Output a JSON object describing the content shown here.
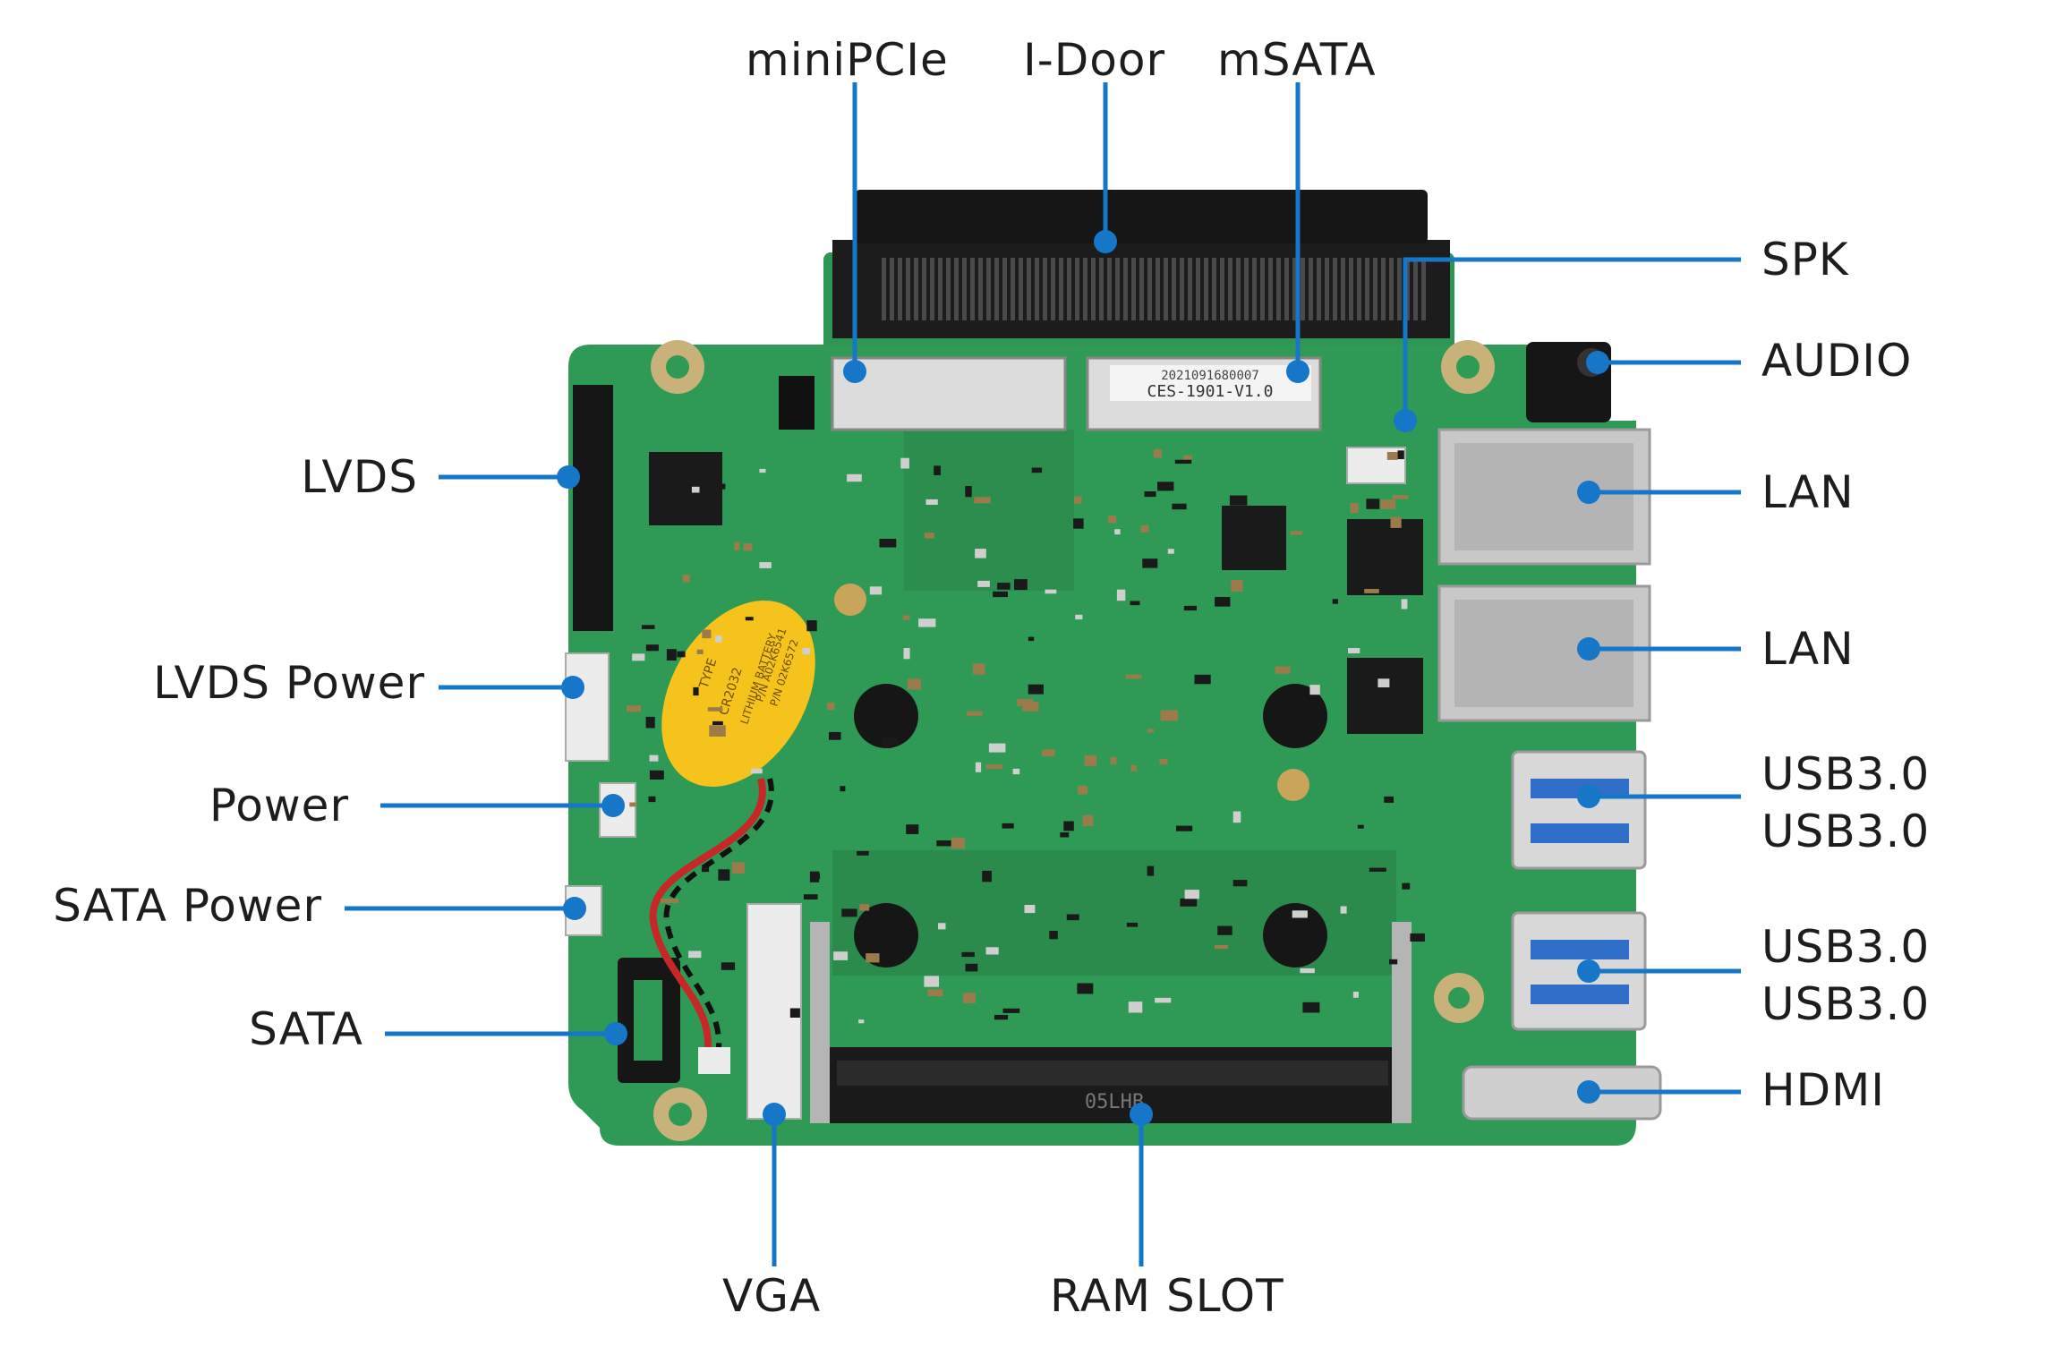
{
  "theme": {
    "leader_color": "#1677c9",
    "pcb_green": "#2f9a55",
    "pcb_dark": "#1f7a3f",
    "connector_black": "#1b1b1b",
    "battery_yellow": "#f6c21c",
    "metal": "#c9c9c9",
    "label_color": "#1d1d1d"
  },
  "labels": {
    "minipcie": "miniPCIe",
    "idoor": "I-Door",
    "msata": "mSATA",
    "spk": "SPK",
    "audio": "AUDIO",
    "lan1": "LAN",
    "lan2": "LAN",
    "usb_a1": "USB3.0",
    "usb_a2": "USB3.0",
    "usb_b1": "USB3.0",
    "usb_b2": "USB3.0",
    "hdmi": "HDMI",
    "lvds": "LVDS",
    "lvds_power": "LVDS Power",
    "power": "Power",
    "sata_power": "SATA Power",
    "sata": "SATA",
    "vga": "VGA",
    "ram_slot": "RAM SLOT"
  },
  "board_text": {
    "model": "CES-1901-V1.0",
    "serial": "2021091680007",
    "battery_type": "TYPE",
    "battery_model": "CR2032",
    "battery_desc": "LITHIUM BATTERY",
    "battery_pn1": "P/N A02K6541",
    "battery_pn2": "P/N 02K6572",
    "ram_mark": "05LHB"
  },
  "icons": [
    "callout-dot-icon"
  ]
}
